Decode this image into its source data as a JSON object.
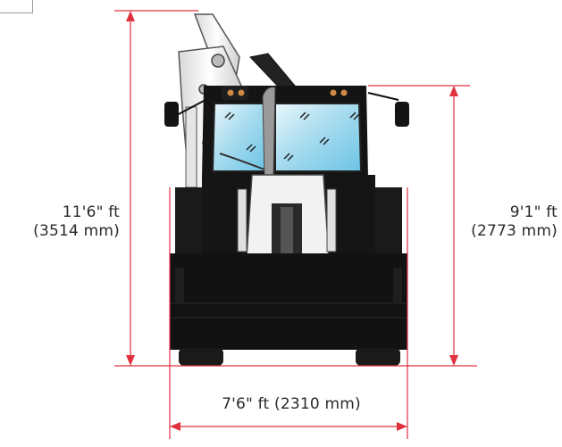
{
  "dimensions": {
    "overall_height": {
      "ft": "11'6\" ft",
      "mm": "(3514 mm)"
    },
    "cab_height": {
      "ft": "9'1\" ft",
      "mm": "(2773 mm)"
    },
    "overall_width": {
      "text": "7'6\" ft (2310 mm)"
    }
  },
  "colors": {
    "dimension_line": "#e0313f",
    "machine_body": "#111111",
    "glass": "#9fd6ec",
    "arm": "#eeeeee"
  }
}
